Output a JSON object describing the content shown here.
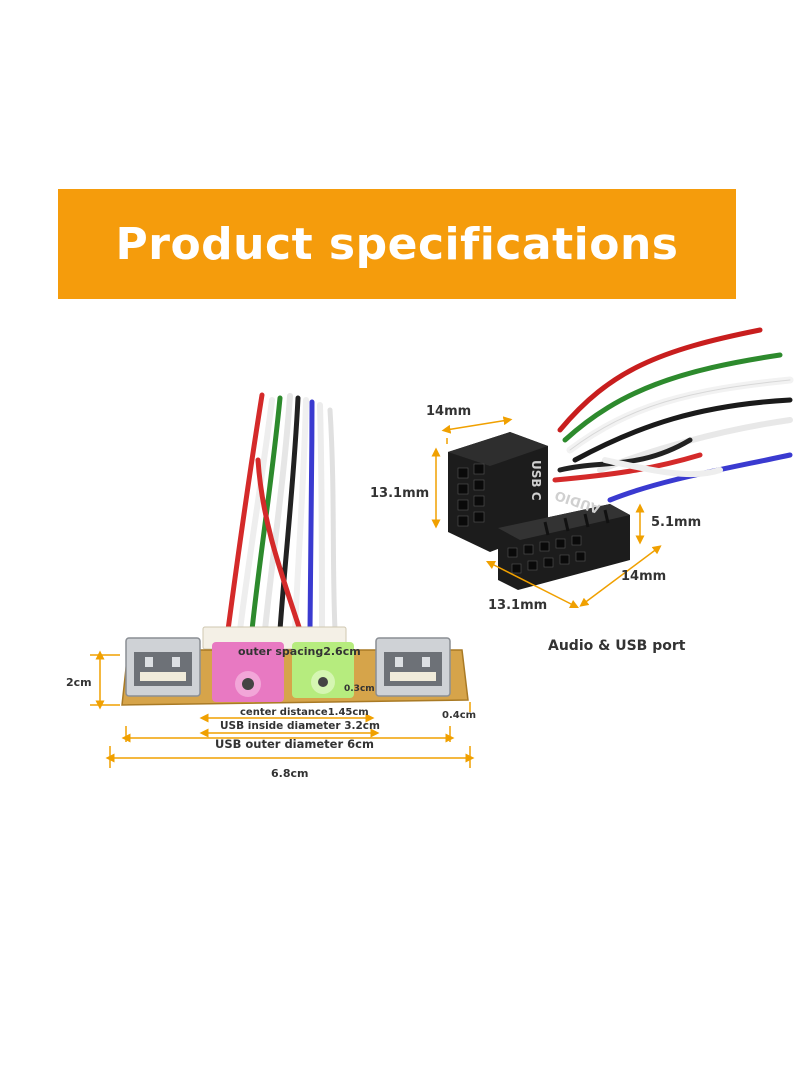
{
  "banner": {
    "title": "Product specifications",
    "background": "#f59c0c",
    "text_color": "#ffffff"
  },
  "connectors": {
    "width_top": "14mm",
    "height_left": "13.1mm",
    "thickness": "5.1mm",
    "width_right": "14mm",
    "length_bottom": "13.1mm",
    "usb_marking": "USB C",
    "audio_marking": "AUDIO",
    "caption": "Audio & USB port"
  },
  "panel": {
    "height": "2cm",
    "outer_spacing": "outer spacing2.6cm",
    "jack_gap": "0.3cm",
    "center_distance": "center distance1.45cm",
    "board_offset": "0.4cm",
    "usb_inside": "USB inside diameter 3.2cm",
    "usb_outer": "USB outer diameter 6cm",
    "total_width": "6.8cm"
  },
  "colors": {
    "pink_jack": "#e879c2",
    "green_jack": "#b6ec7e",
    "pcb": "#d6a44a",
    "dimension_line": "#f0a000"
  }
}
